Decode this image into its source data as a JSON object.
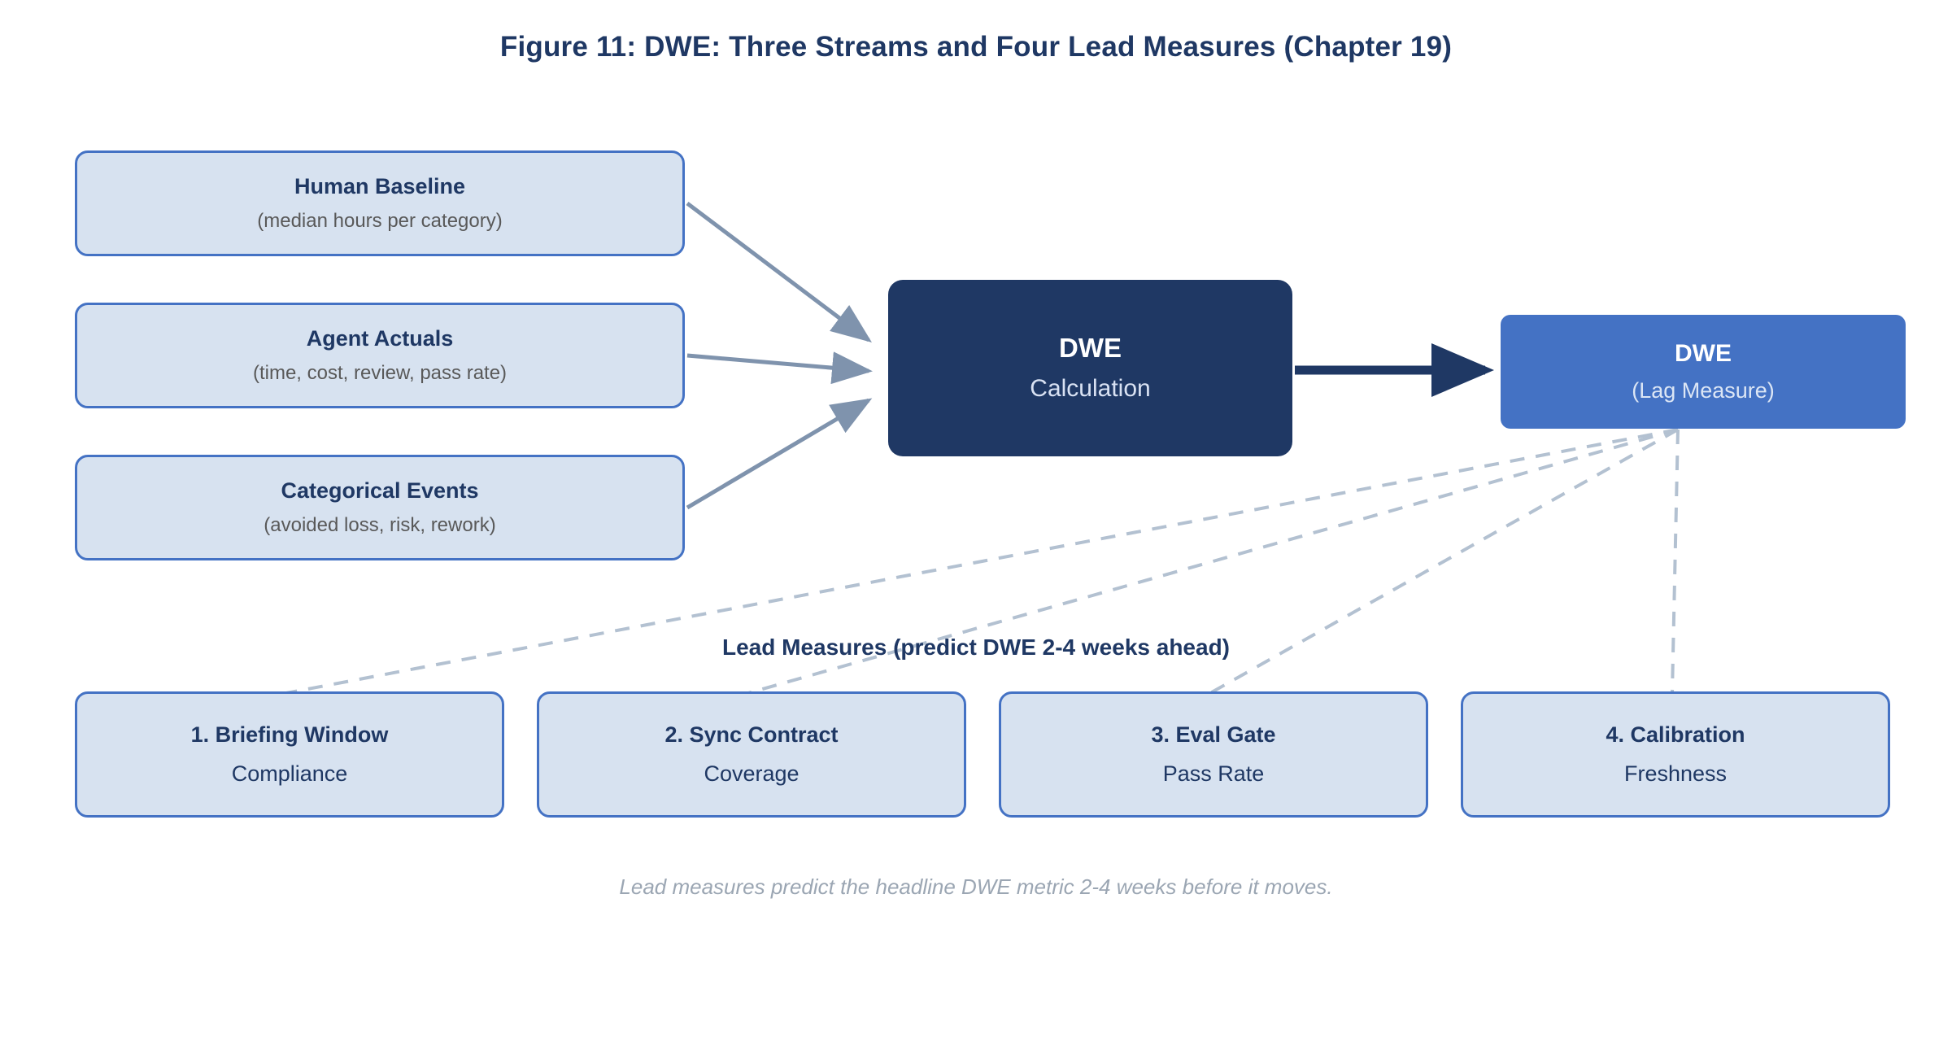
{
  "figure": {
    "title": "Figure 11: DWE: Three Streams and Four Lead Measures (Chapter 19)",
    "caption": "Lead measures predict the headline DWE metric 2-4 weeks before it moves.",
    "lead_section_heading": "Lead Measures (predict DWE 2-4 weeks ahead)"
  },
  "colors": {
    "title_navy": "#1F3864",
    "box_fill_light": "#D7E2F0",
    "box_border_blue": "#4472C4",
    "calc_fill_navy": "#1F3864",
    "lag_fill_blue": "#4472C4",
    "solid_arrow_gray": "#7F93AD",
    "thick_arrow_navy": "#1F3864",
    "dashed_line_gray": "#B3C1D1",
    "caption_gray": "#9BA6B3",
    "sub_text_gray": "#595959"
  },
  "streams": [
    {
      "title": "Human Baseline",
      "sub": "(median hours per category)"
    },
    {
      "title": "Agent Actuals",
      "sub": "(time, cost, review, pass rate)"
    },
    {
      "title": "Categorical Events",
      "sub": "(avoided loss, risk, rework)"
    }
  ],
  "calculation": {
    "title": "DWE",
    "sub": "Calculation"
  },
  "lag_measure": {
    "title": "DWE",
    "sub": "(Lag Measure)"
  },
  "lead_measures": [
    {
      "title": "1. Briefing Window",
      "sub": "Compliance"
    },
    {
      "title": "2. Sync Contract",
      "sub": "Coverage"
    },
    {
      "title": "3. Eval Gate",
      "sub": "Pass Rate"
    },
    {
      "title": "4. Calibration",
      "sub": "Freshness"
    }
  ]
}
